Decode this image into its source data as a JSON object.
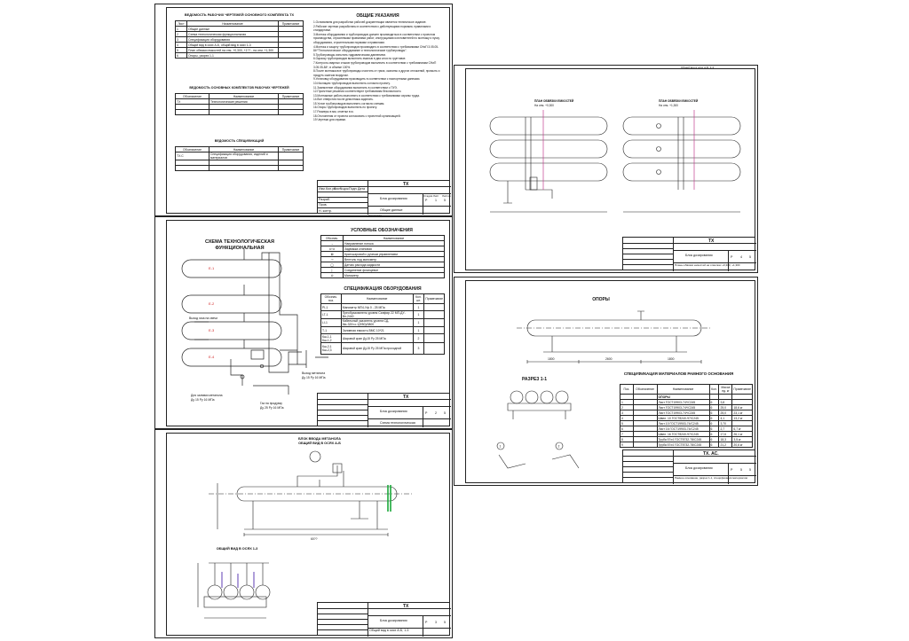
{
  "sheet1": {
    "title_drawings": "ВЕДОМОСТЬ РАБОЧИХ ЧЕРТЕЖЕЙ ОСНОВНОГО КОМПЛЕКТА ТХ",
    "drawings_headers": [
      "Лист",
      "Наименование",
      "Примечание"
    ],
    "drawings_rows": [
      [
        "1",
        "Общие данные",
        ""
      ],
      [
        "2",
        "Схема технологическая функциональная",
        ""
      ],
      [
        "3",
        "Спецификация оборудования",
        ""
      ],
      [
        "4",
        "Общий вид в осях А-Б, общий вид в осях 1-3",
        ""
      ],
      [
        "5",
        "План обвязки емкостей на отм. +0,300, +1?? - на отм. +1,300",
        ""
      ],
      [
        "6",
        "Опоры, разрез 1-1",
        ""
      ]
    ],
    "title_refs": "ВЕДОМОСТЬ ОСНОВНЫХ КОМПЛЕКТОВ РАБОЧИХ ЧЕРТЕЖЕЙ",
    "refs_headers": [
      "Обозначение",
      "Наименование",
      "Примечание"
    ],
    "refs_rows": [
      [
        "ТХ",
        "Технологические решения",
        ""
      ]
    ],
    "title_specs": "ВЕДОМОСТЬ СПЕЦИФИКАЦИЙ",
    "specs_headers": [
      "Обозначение",
      "Наименование",
      "Примечание"
    ],
    "specs_rows": [
      [
        "ТХ.С",
        "Спецификация оборудования, изделий и материалов",
        ""
      ]
    ],
    "notes_title": "ОБЩИЕ УКАЗАНИЯ",
    "notes_text": "1.Основанием для разработки рабочей документации является техническое задание.\n2.Рабочие чертежи разработаны в соответствии с действующими нормами, правилами и стандартами.\n3.Монтаж оборудования и трубопроводов должен производиться в соответствии с проектом производства, отраслевыми правилами работ, инструкциями изготовителей по монтажу и пуску оборудования, строительными нормами и правилами.\n4.Монтаж и защиту трубопроводов производить в соответствии с требованиями СНиП 3.05.05-84*\"Технологическое оборудование и технологические трубопроводы\".\n5.Трубопроводы испытать гидравлическим давлением.\n6.Окраску трубопроводов выполнить эмалью в два слоя по грунтовке.\n7.Контроль сварных стыков трубопроводов выполнить в соответствии с требованиями СНиП 3.05.05-84*, в объеме 100%.\n8.После монтажа все трубопроводы очистить от грязи, окалины и других отложений, промыть и продуть сжатым воздухом.\n9.Установку оборудования производить в соответствии с паспортными данными.\n10.Изоляцию трубопроводов выполнить согласно проекту.\n11.Заземление оборудования выполнить в соответствии с ПУЭ.\n12.Проектные решения соответствуют требованиям безопасности.\n13.Монтажные работы выполнять в соответствии с требованиями охраны труда.\n14.Все отверстия после демонтажа заделать.\n15.Уклон трубопроводов выполнить согласно схемам.\n16.Опоры трубопроводов выполнить по проекту.\n17.Размеры в мм, отметки в м.\n18.Отклонения от проекта согласовать с проектной организацией.\n19.Чертежи для справки.",
    "stamp_code": "ТХ",
    "stamp_name": "Блок дозирования",
    "stamp_sheet_title": "Общие данные",
    "stamp_stage": "Р",
    "stamp_sheet": "1",
    "stamp_sheets": "5",
    "stamp_stage_label": "Стадия",
    "stamp_sheet_label": "Лист",
    "stamp_sheets_label": "Листов",
    "stamp_headers": [
      "Изм.",
      "Кол.уч",
      "Лист",
      "№док.",
      "Подп.",
      "Дата"
    ],
    "stamp_roles": [
      "Разраб.",
      "Пров.",
      "Н. контр."
    ],
    "copied": "Копировал",
    "format": "Формат"
  },
  "sheet2": {
    "scheme_title_1": "СХЕМА ТЕХНОЛОГИЧЕСКАЯ",
    "scheme_title_2": "ФУНКЦИОНАЛЬНАЯ",
    "vessel_labels": [
      "Е-1",
      "Е-2",
      "Е-3",
      "Е-4"
    ],
    "label_outlet": "Выход газа на свечи",
    "label_inlet": "Для заливки метанола",
    "label_inlet2": "Ду 15 Ру 16 МПа",
    "label_gas": "Газ на продувку",
    "label_gas2": "Ду 25 Ру 16 МПа",
    "label_out_methanol": "Выход метанола",
    "label_out_methanol2": "Ду 15 Ру 16 МПа",
    "legend_title": "УСЛОВНЫЕ ОБОЗНАЧЕНИЯ",
    "legend_headers": [
      "Обознач.",
      "Наименование"
    ],
    "legend_rows": [
      [
        "→",
        "Направление потока"
      ],
      [
        "⊳⊲",
        "Задвижка клиновая"
      ],
      [
        "⊠",
        "Кран шаровой с ручным управлением"
      ],
      [
        "⊸",
        "Вентиль под манометр"
      ],
      [
        "◯",
        "Датчик расхода жидкости"
      ],
      [
        "|",
        "Соединение фланцевое"
      ],
      [
        "⊙",
        "Манометр"
      ]
    ],
    "spec_title": "СПЕЦИФИКАЦИЯ ОБОРУДОВАНИЯ",
    "spec_headers": [
      "Обознач. поз.",
      "Наименование",
      "Кол. шт.",
      "Примечание"
    ],
    "spec_rows": [
      [
        "PI-1",
        "Манометр МП4-Уф  0 - 25 МПа",
        "1",
        ""
      ],
      [
        "LT-1",
        "Преобразователь уровня Сапфир 22 МП-ДУ-Вн-2440",
        "1",
        ""
      ],
      [
        "LI-1",
        "Кабельный указатель уровня СД-Ми-320т.о.1(Ф50)/0800",
        "1",
        ""
      ],
      [
        "Т-1",
        "Заливная емкость ВМС 10*21",
        "1",
        ""
      ],
      [
        "Кш-1,1 Кш-1,2",
        "Шаровой кран Ду15 Ру 25 МПа",
        "2",
        ""
      ],
      [
        "Кш-2,1 Кш-2,3",
        "Шаровой кран Ду15 Ру 25 МПа проходной",
        "3",
        ""
      ]
    ],
    "stamp_code": "ТХ",
    "stamp_name": "Блок дозирования",
    "stamp_sheet_title": "Схема технологическая",
    "stamp_stage": "Р",
    "stamp_sheet": "2",
    "stamp_sheets": "5"
  },
  "sheet3": {
    "view_title_1": "БЛОК ВВОДА МЕТАНОЛА",
    "view_title_2": "ОБЩИЙ ВИД В ОСЯХ А-Б",
    "view2_title": "ОБЩИЙ ВИД В ОСЯХ 1-3",
    "dim_total": "60??",
    "stamp_code": "ТХ",
    "stamp_name": "Блок дозирования",
    "stamp_sheet_title": "Общий вид в осях А-Б, 1-3",
    "stamp_stage": "Р",
    "stamp_sheet": "3",
    "stamp_sheets": "5"
  },
  "sheet4": {
    "top_note": "Общий вид в осях А-Б, 1-3",
    "plan1_title_1": "ПЛАН ОБВЯЗКИ ЕМКОСТЕЙ",
    "plan1_title_2": "На отм. +0,300",
    "plan2_title_1": "ПЛАН ОБВЯЗКИ ЕМКОСТЕЙ",
    "plan2_title_2": "На отм. +1,300",
    "stamp_code": "ТХ",
    "stamp_name": "Блок дозирования",
    "stamp_sheet_title": "Планы обвязки емкостей на отметках +0,300, +1,300",
    "stamp_stage": "Р",
    "stamp_sheet": "4",
    "stamp_sheets": "5"
  },
  "sheet5": {
    "supports_title": "ОПОРЫ",
    "section_title": "РАЗРЕЗ 1-1",
    "node1": "1",
    "node2": "2",
    "dims": [
      "1800",
      "2600",
      "1800"
    ],
    "mat_title": "СПЕЦИФИКАЦИЯ МАТЕРИАЛОВ РАМНОГО ОСНОВАНИЯ",
    "mat_headers": [
      "Поз.",
      "Обозначение",
      "Наименование",
      "Кол.",
      "Масса ед. кг",
      "Примечание"
    ],
    "mat_group": "ОПОРЫ",
    "mat_rows": [
      [
        "1",
        "",
        "Лист ГОСТ19903-74*/С245",
        "6",
        "3,8",
        ""
      ],
      [
        "2",
        "",
        "Лист ГОСТ19903-74*/С245",
        "6",
        "25,0",
        "18,6 кг"
      ],
      [
        "3",
        "",
        "Лист ГОСТ19903-74*/С245",
        "6",
        "25,0",
        "23,1 кг"
      ],
      [
        "4",
        "",
        "Швел. 10 ГОСТ8240-97/С245",
        "6",
        "4,1",
        "13,2 кг"
      ],
      [
        "5",
        "",
        "Лист 10 ГОСТ19903-74/С245",
        "6",
        "3,70",
        ""
      ],
      [
        "6",
        "",
        "Лист 16 ГОСТ19903-74/С245",
        "6",
        "2,7",
        "6,7 кг"
      ],
      [
        "7",
        "",
        "Швел. 16 ГОСТ8240-97/С245",
        "6",
        "17,6",
        "26,1 кг"
      ],
      [
        "8",
        "",
        "Труба 57х4 ГОСТ8732-78/С245",
        "6",
        "18,3",
        "3,5 кг"
      ],
      [
        "9",
        "",
        "Труба 57х4 ГОСТ8732-78/С245",
        "6",
        "21,2",
        "20,6 кг"
      ]
    ],
    "stamp_code": "ТХ. АС.",
    "stamp_name": "Блок дозирования",
    "stamp_sheet_title": "Рамное основание, разрез 1-1, спецификация материалов",
    "stamp_stage": "Р",
    "stamp_sheet": "5",
    "stamp_sheets": "5"
  }
}
